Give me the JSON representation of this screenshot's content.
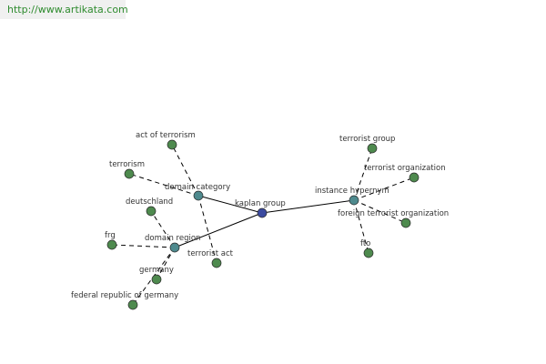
{
  "header": {
    "url": "http://www.artikata.com"
  },
  "colors": {
    "hub": "#3b4aa0",
    "mid": "#4e8a8e",
    "leaf": "#4e8a4e",
    "edge": "#000000",
    "url_text": "#2e8b2e"
  },
  "graph": {
    "nodes": [
      {
        "id": "kaplan",
        "label": "kaplan group",
        "kind": "hub"
      },
      {
        "id": "instance",
        "label": "instance hypernym",
        "kind": "mid"
      },
      {
        "id": "category",
        "label": "domain category",
        "kind": "mid"
      },
      {
        "id": "region",
        "label": "domain region",
        "kind": "mid"
      },
      {
        "id": "actterr",
        "label": "act of terrorism",
        "kind": "leaf"
      },
      {
        "id": "terrorism",
        "label": "terrorism",
        "kind": "leaf"
      },
      {
        "id": "tact",
        "label": "terrorist act",
        "kind": "leaf"
      },
      {
        "id": "deutsch",
        "label": "deutschland",
        "kind": "leaf"
      },
      {
        "id": "frg",
        "label": "frg",
        "kind": "leaf"
      },
      {
        "id": "germany",
        "label": "germany",
        "kind": "leaf"
      },
      {
        "id": "fedrep",
        "label": "federal republic of germany",
        "kind": "leaf"
      },
      {
        "id": "tgroup",
        "label": "terrorist group",
        "kind": "leaf"
      },
      {
        "id": "torg",
        "label": "terrorist organization",
        "kind": "leaf"
      },
      {
        "id": "ftorg",
        "label": "foreign terrorist organization",
        "kind": "leaf"
      },
      {
        "id": "fto",
        "label": "fto",
        "kind": "leaf"
      }
    ],
    "edges": [
      {
        "from": "kaplan",
        "to": "instance",
        "style": "solid"
      },
      {
        "from": "kaplan",
        "to": "category",
        "style": "solid"
      },
      {
        "from": "kaplan",
        "to": "region",
        "style": "solid"
      },
      {
        "from": "category",
        "to": "actterr",
        "style": "dashed"
      },
      {
        "from": "category",
        "to": "terrorism",
        "style": "dashed"
      },
      {
        "from": "category",
        "to": "tact",
        "style": "dashed"
      },
      {
        "from": "region",
        "to": "deutsch",
        "style": "dashed"
      },
      {
        "from": "region",
        "to": "frg",
        "style": "dashed"
      },
      {
        "from": "region",
        "to": "germany",
        "style": "dashed"
      },
      {
        "from": "region",
        "to": "fedrep",
        "style": "dashed"
      },
      {
        "from": "instance",
        "to": "tgroup",
        "style": "dashed"
      },
      {
        "from": "instance",
        "to": "torg",
        "style": "dashed"
      },
      {
        "from": "instance",
        "to": "ftorg",
        "style": "dashed"
      },
      {
        "from": "instance",
        "to": "fto",
        "style": "dashed"
      }
    ]
  }
}
